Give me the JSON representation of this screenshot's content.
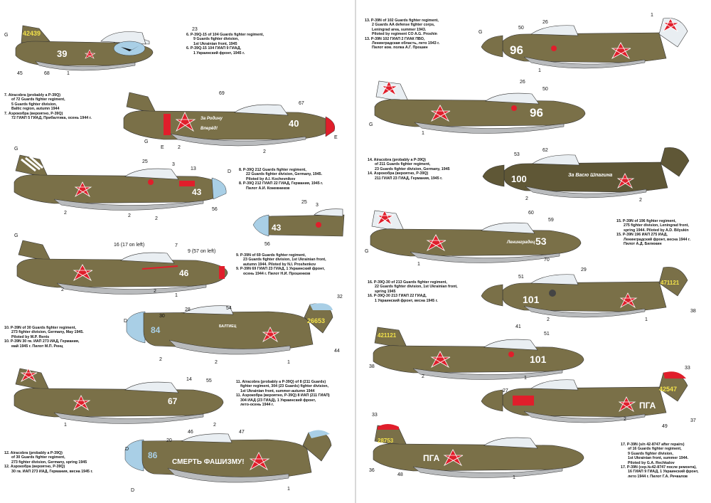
{
  "colors": {
    "olive": "#7a7048",
    "olive_dark": "#5f5736",
    "belly": "#b9bbbd",
    "canopy": "#e9eef2",
    "star_red": "#e01e2b",
    "sky_blue": "#a9cfe6",
    "yellow": "#f3e24a",
    "white": "#ffffff"
  },
  "left_captions": [
    {
      "id": "c6",
      "lines": [
        "6. P-39Q-15 of 104 Guards fighter regiment,",
        "9 Guards fighter division,",
        "1st Ukrainian front, 1945",
        "6. P-39Q-15 104 ГИАП 9 ГИАД,",
        "1 Украинский фронт, 1945 г."
      ]
    },
    {
      "id": "c7",
      "lines": [
        "7. Airacobra (probably a P-39Q)",
        "of 72 Guards fighter regiment,",
        "5 Guards fighter division,",
        "Baltic region, autumn 1944",
        "7. Аэрокобра (вероятно, P-39Q)",
        "72 ГИАП 5 ГИАД, Прибалтика, осень 1944 г."
      ]
    },
    {
      "id": "c8",
      "lines": [
        "8. P-39Q 212 Guards fighter regiment,",
        "22 Guards fighter division, Germany, 1945.",
        "Piloted by A.I. Kochevnikov",
        "8. P-39Q 212 ГИАП 22 ГИАД, Германия, 1945 г.",
        "Пилот А.И. Кожевников"
      ]
    },
    {
      "id": "c9",
      "lines": [
        "9. P-39N of 69 Guards fighter regiment,",
        "23 Guards fighter division, 1st Ukrainian front,",
        "autumn 1944. Piloted by N.I. Proshenkov",
        "9. P-39N 69 ГИАП 23 ГИАД, 1 Украинский фронт,",
        "осень 1944 г. Пилот Н.И. Прошенков"
      ]
    },
    {
      "id": "c10",
      "lines": [
        "10. P-39N of 30 Guards fighter regiment,",
        "273 fighter division, Germany, May 1945.",
        "Piloted by M.P. Rents",
        "10. P-39N 30 гв. ИАП 273 ИАД, Германия,",
        "май 1945 г. Пилот М.П. Ренц"
      ]
    },
    {
      "id": "c11",
      "lines": [
        "11. Airacobra (probably a P-39Q) of 8 (211 Guards)",
        "fighter regiment, 304 (23 Guards) fighter division,",
        "1st Ukrainian front, summer-autumn 1944",
        "11. Аэрокобра (вероятно, P-39Q) 8 ИАП (211 ГИАП)",
        "304 ИАД (23 ГИАД), 1 Украинский фронт,",
        "лето-осень 1944 г."
      ]
    },
    {
      "id": "c12",
      "lines": [
        "12. Airacobra (probably a P-39Q)",
        "of 30 Guards fighter regiment,",
        "273 fighter division, Germany, spring 1945",
        "12. Аэрокобра (вероятно, P-39Q)",
        "30 гв. ИАП 273 ИАД, Германия, весна 1945 г."
      ]
    }
  ],
  "right_captions": [
    {
      "id": "c13",
      "lines": [
        "13. P-39N of 102 Guards fighter regiment,",
        "2 Guards AA defense fighter corps,",
        "Leningrad area, summer 1943.",
        "Piloted by regiment CO A.G. Proshin",
        "13. P-39N 102 ГИАП 2 ГИАК ПВО,",
        "Ленинградская область, лето 1943 г.",
        "Пилот ком. полка А.Г. Прошин"
      ]
    },
    {
      "id": "c14",
      "lines": [
        "14. Airacobra (probably a P-39Q)",
        "of 211 Guards fighter regiment,",
        "23 Guards fighter division, Germany, 1945",
        "14. Аэрокобра (вероятно, P-39Q)",
        "211 ГИАП 23 ГИАД, Германия, 1945 г."
      ]
    },
    {
      "id": "c15",
      "lines": [
        "15. P-39N of 196 fighter regiment,",
        "275 fighter division, Leningrad front,",
        "spring 1944. Piloted by A.D. Bilyukin",
        "15. P-39N 196 ИАП 275 ИАД,",
        "Ленинградский фронт, весна 1944 г.",
        "Пилот А.Д. Билюкин"
      ]
    },
    {
      "id": "c16",
      "lines": [
        "16. P-39Q-30 of 213 Guards fighter regiment,",
        "22 Guards fighter division, 1st Ukrainian front,",
        "spring 1945",
        "16. P-39Q-30 213 ГИАП 22 ГИАД,",
        "1 Украинский фронт, весна 1945 г."
      ]
    },
    {
      "id": "c17",
      "lines": [
        "17. P-39N (s/n 42-8747 after repairs)",
        "of 16 Guards fighter regiment,",
        "9 Guards fighter division,",
        "1st Ukrainian front, summer 1944.",
        "Piloted by G.A. Rechkalov",
        "17. P-39N (сер.№42-8747 после ремонта),",
        "16 ГИАП 9 ГИАД, 1 Украинский фронт,",
        "лето 1944 г. Пилот Г.А. Речкалов"
      ]
    }
  ],
  "planes": {
    "p6": {
      "tail": "42439",
      "side": "39",
      "c1": "45",
      "c2": "68",
      "c3": "1",
      "c4": "23",
      "c5": "G"
    },
    "p7": {
      "side": "40",
      "slogan1": "За Родину",
      "slogan2": "Вперёд!",
      "c1": "69",
      "c2": "67",
      "c3": "G",
      "c4": "E",
      "c5": "E",
      "c6": "2",
      "c7": "2"
    },
    "p8": {
      "side": "43",
      "c1": "G",
      "c2": "25",
      "c3": "3",
      "c4": "13",
      "c5": "D",
      "c6": "2",
      "c7": "2",
      "c8": "2",
      "c9": "56"
    },
    "p8n": {
      "side": "43",
      "c1": "25",
      "c2": "3",
      "c3": "56"
    },
    "p9": {
      "side": "46",
      "c1": "G",
      "c2": "16 (17 on left)",
      "c3": "7",
      "c4": "9 (57 on left)",
      "c5": "2",
      "c6": "2",
      "c7": "1"
    },
    "p10": {
      "tail": "26653",
      "side": "84",
      "slogan": "БАЛТИЕЦ",
      "c1": "D",
      "c2": "30",
      "c3": "28",
      "c4": "54",
      "c5": "32",
      "c6": "44",
      "c7": "2",
      "c8": "2",
      "c9": "1"
    },
    "p11": {
      "side": "67",
      "c1": "14",
      "c2": "55",
      "c3": "1",
      "c4": "2"
    },
    "p12": {
      "side": "86",
      "slogan": "СМЕРТЬ ФАШИЗМУ!",
      "c1": "D",
      "c2": "20",
      "c3": "46",
      "c4": "47",
      "c5": "D",
      "c6": "1"
    },
    "p13a": {
      "side": "96",
      "c1": "50",
      "c2": "26",
      "c3": "G",
      "c4": "1",
      "c5": "1"
    },
    "p13b": {
      "side": "96",
      "c1": "26",
      "c2": "50",
      "c3": "G",
      "c4": "1"
    },
    "p14": {
      "side": "100",
      "slogan": "За Васю Шпагина",
      "c1": "53",
      "c2": "62",
      "c3": "2",
      "c4": "2"
    },
    "p15": {
      "side": "53",
      "slogan": "Ленинградец",
      "c1": "60",
      "c2": "59",
      "c3": "G",
      "c4": "70",
      "c5": "1"
    },
    "p16a": {
      "tail": "471121",
      "side": "101",
      "c1": "51",
      "c2": "29",
      "c3": "38",
      "c4": "2",
      "c5": "1"
    },
    "p16b": {
      "tail": "421121",
      "side": "101",
      "c1": "41",
      "c2": "51",
      "c3": "38",
      "c4": "2",
      "c5": "1"
    },
    "p17a": {
      "tail": "42547",
      "side": "ПГА",
      "c1": "33",
      "c2": "27",
      "c3": "37",
      "c4": "49",
      "c5": "2"
    },
    "p17b": {
      "tail": "28753",
      "side": "ПГА",
      "c1": "33",
      "c2": "36",
      "c3": "48",
      "c4": "1"
    }
  }
}
